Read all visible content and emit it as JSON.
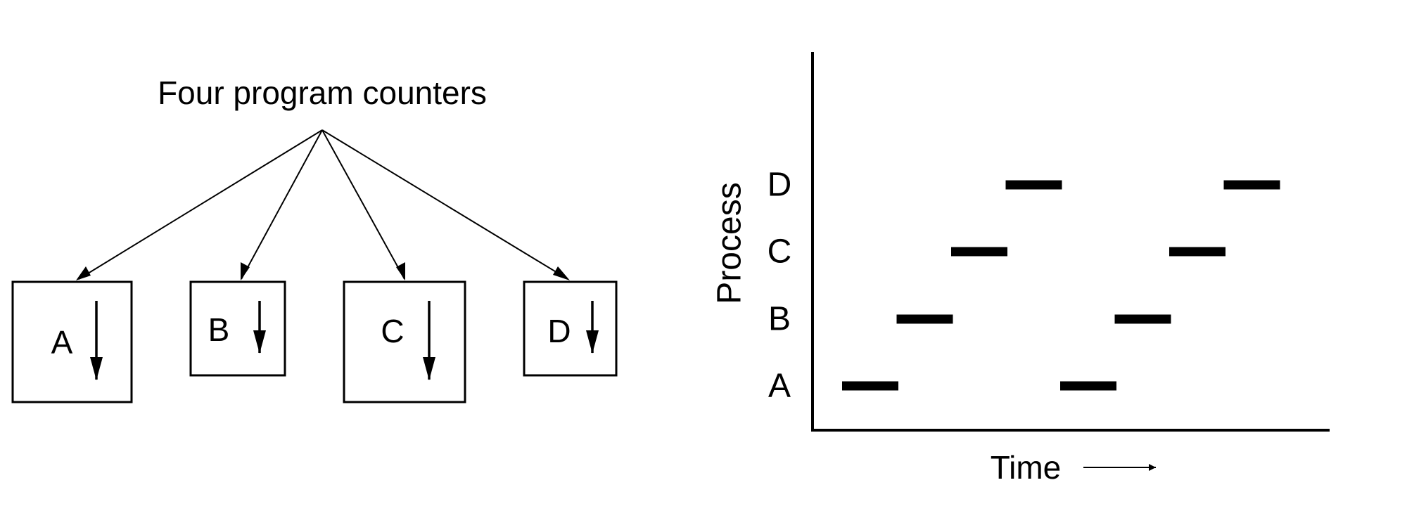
{
  "left_panel": {
    "title": "Four program counters",
    "processes": [
      {
        "label": "A"
      },
      {
        "label": "B"
      },
      {
        "label": "C"
      },
      {
        "label": "D"
      }
    ]
  },
  "chart_data": {
    "type": "timeline",
    "ylabel": "Process",
    "xlabel": "Time",
    "categories": [
      "A",
      "B",
      "C",
      "D"
    ],
    "segments": [
      {
        "process": "A",
        "start": 0,
        "end": 1
      },
      {
        "process": "B",
        "start": 1,
        "end": 2
      },
      {
        "process": "C",
        "start": 2,
        "end": 3
      },
      {
        "process": "D",
        "start": 3,
        "end": 4
      },
      {
        "process": "A",
        "start": 4,
        "end": 5
      },
      {
        "process": "B",
        "start": 5,
        "end": 6
      },
      {
        "process": "C",
        "start": 6,
        "end": 7
      },
      {
        "process": "D",
        "start": 7,
        "end": 8
      }
    ]
  }
}
